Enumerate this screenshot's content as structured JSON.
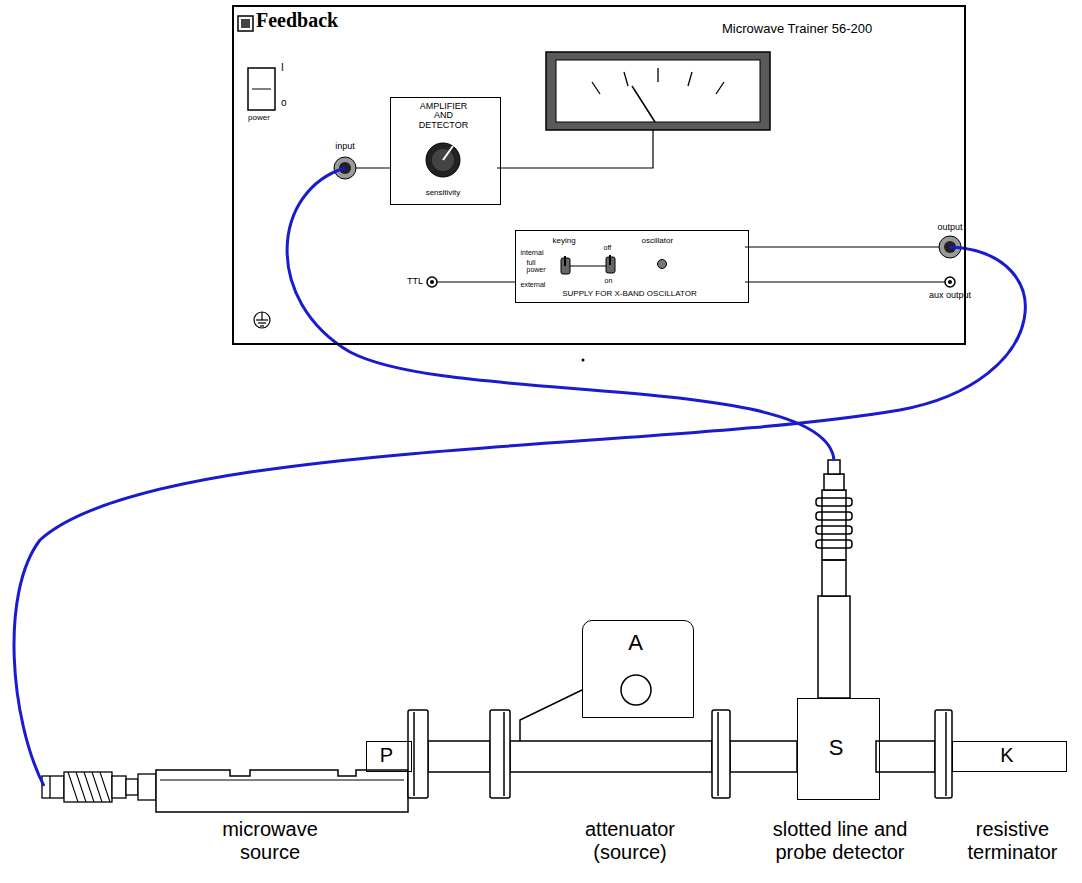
{
  "diagram": {
    "nodes": [
      {
        "text": [
          "Feedback",
          "Microwave Trainer 56-200"
        ]
      },
      {
        "text": [
          "AMPLIFIER AND DETECTOR",
          "sensitivity"
        ],
        "in": 0
      },
      {
        "text": [
          "keying",
          "internal",
          "full power",
          "external",
          "off",
          "oscillator",
          "on",
          "SUPPLY FOR X-BAND OSCILLATOR"
        ],
        "in": 0
      },
      {
        "text": [
          "P"
        ]
      },
      {
        "text": [
          "A"
        ]
      },
      {
        "text": [
          "S"
        ]
      },
      {
        "text": [
          "K"
        ]
      }
    ],
    "labels": [
      "power",
      "I",
      "o",
      "input",
      "output",
      "TTL",
      "aux output",
      "microwave source",
      "attenuator (source)",
      "slotted line and probe detector",
      "resistive terminator"
    ]
  }
}
